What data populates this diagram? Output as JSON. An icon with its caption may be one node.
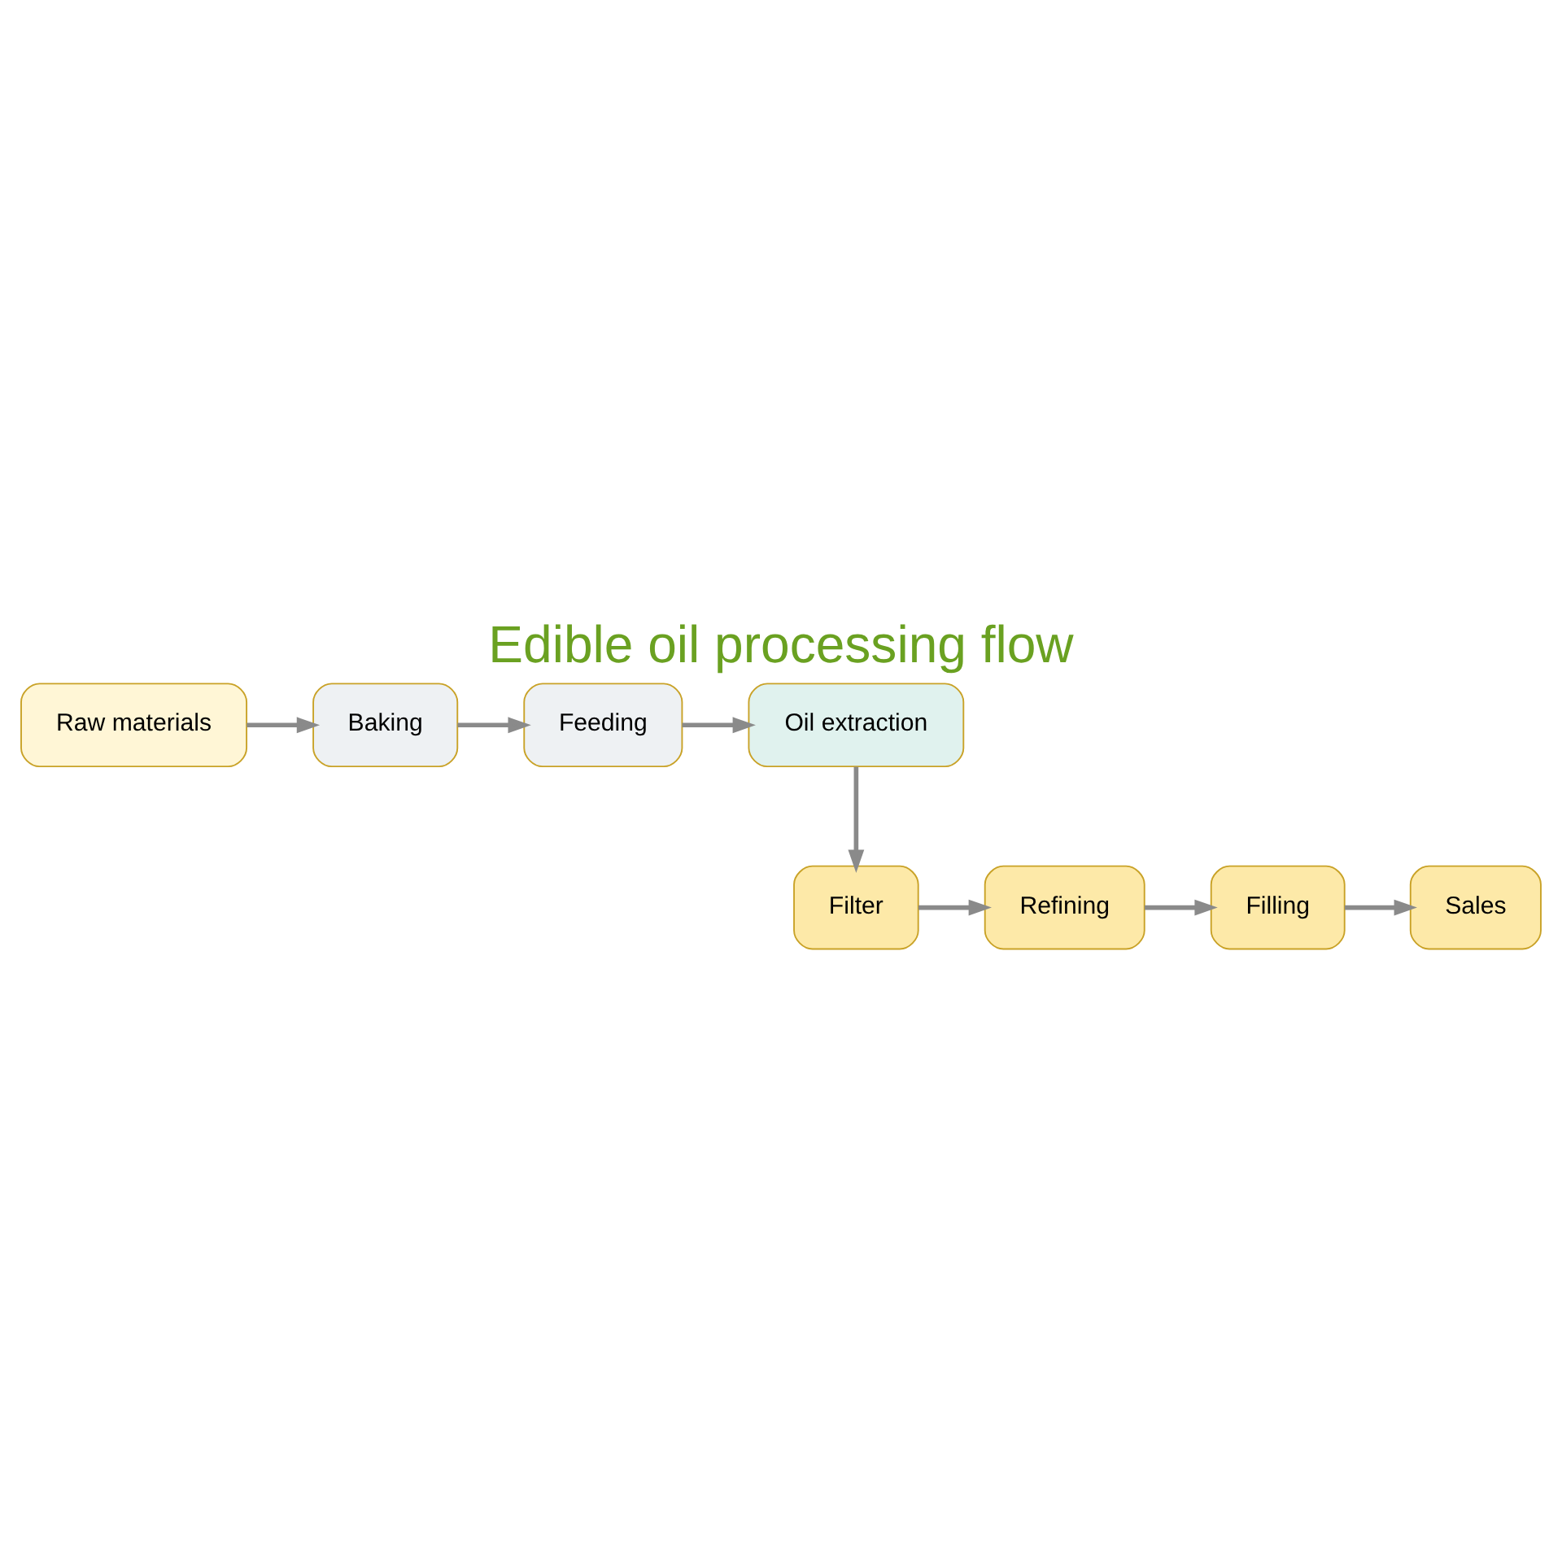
{
  "diagram": {
    "title": "Edible oil processing flow",
    "nodes": [
      {
        "text": [
          "Raw materials"
        ]
      },
      {
        "text": [
          "Baking"
        ]
      },
      {
        "text": [
          "Feeding"
        ]
      },
      {
        "text": [
          "Oil extraction"
        ]
      },
      {
        "text": [
          "Sales"
        ]
      },
      {
        "text": [
          "Filling"
        ]
      },
      {
        "text": [
          "Refining"
        ]
      },
      {
        "text": [
          "Filter"
        ]
      }
    ],
    "edges": [
      {
        "from": 0,
        "to": 1,
        "arrow": "to"
      },
      {
        "from": 1,
        "to": 2,
        "arrow": "to"
      },
      {
        "from": 2,
        "to": 3,
        "arrow": "to"
      },
      {
        "from": 3,
        "to": 7,
        "arrow": "to"
      },
      {
        "from": 7,
        "to": 6,
        "arrow": "to"
      },
      {
        "from": 6,
        "to": 5,
        "arrow": "to"
      },
      {
        "from": 5,
        "to": 4,
        "arrow": "to"
      }
    ]
  }
}
